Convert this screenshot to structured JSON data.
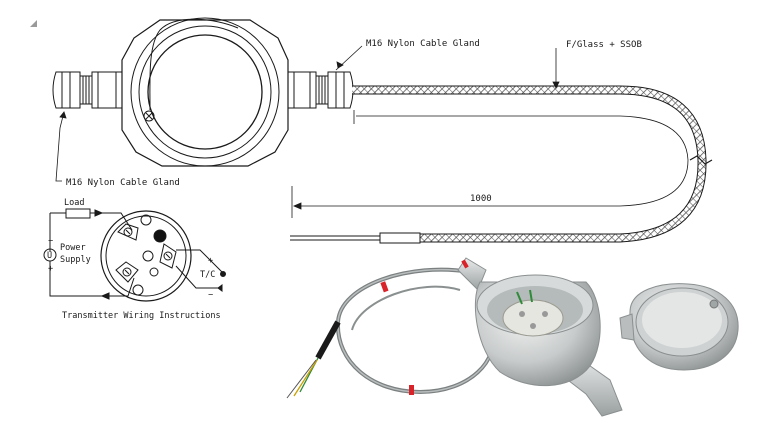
{
  "labels": {
    "gland_top": "M16 Nylon Cable Gland",
    "gland_left": "M16 Nylon Cable Gland",
    "sheath": "F/Glass + SSOB",
    "length": "1000"
  },
  "wiring": {
    "load": "Load",
    "power": "Power",
    "supply": "Supply",
    "u_symbol": "U",
    "tc": "T/C",
    "caption": "Transmitter Wiring Instructions",
    "minus_top": "−",
    "plus_bottom": "+",
    "plus_right": "+",
    "minus_right": "−"
  },
  "colors": {
    "line": "#1a1a1a",
    "body_grey": "#c9cccc",
    "braid": "#7a7a7a",
    "marker_red": "#d8232a",
    "gland_green": "#2f8a3a"
  }
}
